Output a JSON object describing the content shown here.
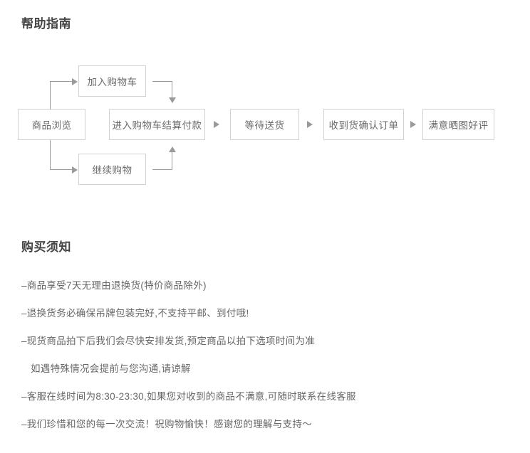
{
  "sections": {
    "help": {
      "title": "帮助指南"
    },
    "notice": {
      "title": "购买须知"
    }
  },
  "flowchart": {
    "nodes": {
      "browse": "商品浏览",
      "add_to_cart": "加入购物车",
      "continue_shopping": "继续购物",
      "checkout": "进入购物车结算付款",
      "wait_delivery": "等待送货",
      "confirm_receipt": "收到货确认订单",
      "review": "满意晒图好评"
    },
    "separator_glyph": "▶",
    "colors": {
      "border": "#d2d2d2",
      "line": "#9a9a9a",
      "text": "#6a6a6a"
    }
  },
  "notices": {
    "lines": [
      {
        "text": "–商品享受7天无理由退换货(特价商品除外)",
        "continuation": false
      },
      {
        "text": "–退换货务必确保吊牌包装完好,不支持平邮、到付哦!",
        "continuation": false
      },
      {
        "text": "–现货商品拍下后我们会尽快安排发货,预定商品以拍下选项时间为准",
        "continuation": false
      },
      {
        "text": "如遇特殊情况会提前与您沟通,请谅解",
        "continuation": true
      },
      {
        "text": "–客服在线时间为8:30-23:30,如果您对收到的商品不满意,可随时联系在线客服",
        "continuation": false
      },
      {
        "text": "–我们珍惜和您的每一次交流！祝购物愉快！感谢您的理解与支持～",
        "continuation": false
      }
    ]
  }
}
